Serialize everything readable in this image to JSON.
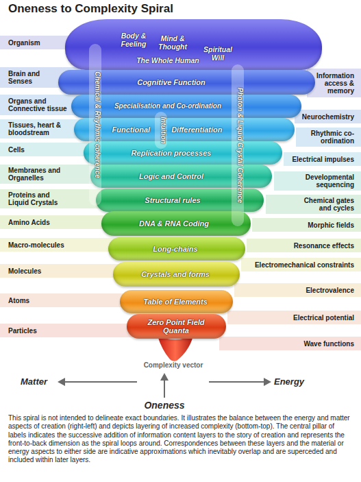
{
  "diagram": {
    "title": "Oneness to Complexity Spiral",
    "caption": "This spiral is not intended to delineate exact boundaries. It illustrates the balance between the energy and matter aspects of creation (right-left) and depicts layering of increased complexity (bottom-top). The central pillar of labels indicates the successive addition of information content layers to the story of creation and represents the front-to-back dimension as the spiral loops around. Correspondences between these layers and the material or energy aspects to either side are indicative approximations which inevitably overlap and are superceded and included within later layers.",
    "nodes": [
      {
        "text": [
          "Body & Feeling",
          "Mind & Thought",
          "Spiritual Will",
          "The Whole Human"
        ]
      },
      {
        "text": [
          "Cognitive Function"
        ]
      },
      {
        "text": [
          "Specialisation and Co-ordination"
        ]
      },
      {
        "text": [
          "Functional Differentiation"
        ]
      },
      {
        "text": [
          "Replication processes"
        ]
      },
      {
        "text": [
          "Logic and Control"
        ]
      },
      {
        "text": [
          "Structural rules"
        ]
      },
      {
        "text": [
          "DNA & RNA Coding"
        ]
      },
      {
        "text": [
          "Long-chains"
        ]
      },
      {
        "text": [
          "Crystals and forms"
        ]
      },
      {
        "text": [
          "Table of Elements"
        ]
      },
      {
        "text": [
          "Zero Point Field Quanta"
        ]
      },
      {
        "text": [
          "Organism"
        ]
      },
      {
        "text": [
          "Brain and Senses"
        ]
      },
      {
        "text": [
          "Organs and Connective tissue"
        ]
      },
      {
        "text": [
          "Tissues, heart & bloodstream"
        ]
      },
      {
        "text": [
          "Cells"
        ]
      },
      {
        "text": [
          "Membranes and Organelles"
        ]
      },
      {
        "text": [
          "Proteins and Liquid Crystals"
        ]
      },
      {
        "text": [
          "Amino Acids"
        ]
      },
      {
        "text": [
          "Macro-molecules"
        ]
      },
      {
        "text": [
          "Molecules"
        ]
      },
      {
        "text": [
          "Atoms"
        ]
      },
      {
        "text": [
          "Particles"
        ]
      },
      {
        "text": [
          "Information access & memory"
        ]
      },
      {
        "text": [
          "Neurochemistry"
        ]
      },
      {
        "text": [
          "Rhythmic co-ordination"
        ]
      },
      {
        "text": [
          "Electrical impulses"
        ]
      },
      {
        "text": [
          "Developmental sequencing"
        ]
      },
      {
        "text": [
          "Chemical gates and cycles"
        ]
      },
      {
        "text": [
          "Morphic fields"
        ]
      },
      {
        "text": [
          "Resonance effects"
        ]
      },
      {
        "text": [
          "Electromechanical constraints"
        ]
      },
      {
        "text": [
          "Electrovalence"
        ]
      },
      {
        "text": [
          "Electrical potential"
        ]
      },
      {
        "text": [
          "Wave functions"
        ]
      }
    ],
    "labels": [
      "Chemical & Rhythmic coherence",
      "Intuition",
      "Photon & Liquid Crystal Coherence",
      "Complexity vector",
      "Matter",
      "Energy",
      "Oneness"
    ]
  }
}
